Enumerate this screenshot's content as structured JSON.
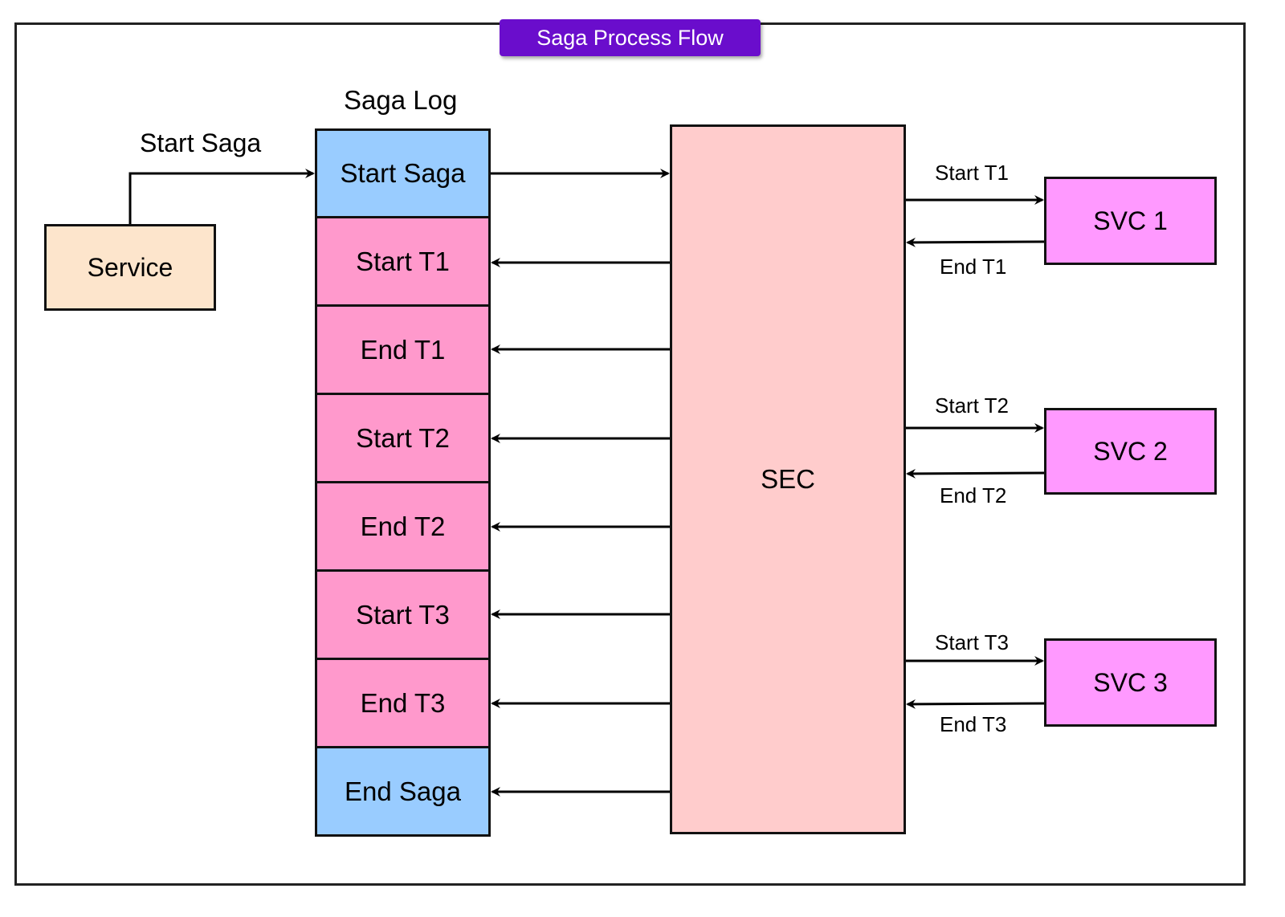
{
  "title": "Saga Process Flow",
  "saga_log_label": "Saga Log",
  "service": {
    "label": "Service"
  },
  "start_saga_edge_label": "Start Saga",
  "saga_log_entries": [
    {
      "label": "Start Saga",
      "kind": "saga"
    },
    {
      "label": "Start T1",
      "kind": "tx"
    },
    {
      "label": "End T1",
      "kind": "tx"
    },
    {
      "label": "Start T2",
      "kind": "tx"
    },
    {
      "label": "End T2",
      "kind": "tx"
    },
    {
      "label": "Start T3",
      "kind": "tx"
    },
    {
      "label": "End T3",
      "kind": "tx"
    },
    {
      "label": "End Saga",
      "kind": "saga"
    }
  ],
  "sec": {
    "label": "SEC"
  },
  "services": [
    {
      "label": "SVC 1",
      "start_label": "Start T1",
      "end_label": "End T1"
    },
    {
      "label": "SVC 2",
      "start_label": "Start T2",
      "end_label": "End T2"
    },
    {
      "label": "SVC 3",
      "start_label": "Start T3",
      "end_label": "End T3"
    }
  ],
  "colors": {
    "title_badge": "#6a0dcc",
    "service_fill": "#fde5cc",
    "saga_entry_fill": "#99ccff",
    "tx_entry_fill": "#ff99cc",
    "sec_fill": "#ffcccc",
    "svc_fill": "#ff99ff"
  }
}
